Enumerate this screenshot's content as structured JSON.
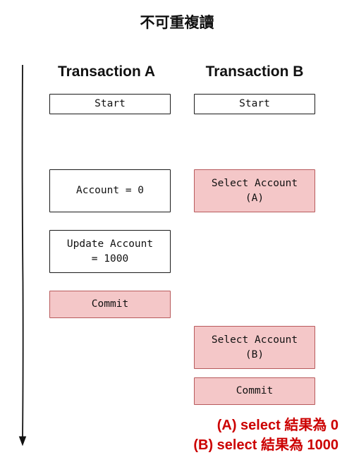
{
  "title": "不可重複讀",
  "columns": {
    "a": "Transaction A",
    "b": "Transaction B"
  },
  "boxes": {
    "a_start": "Start",
    "b_start": "Start",
    "a_account": "Account = 0",
    "b_select_a": "Select Account\n(A)",
    "a_update": "Update Account\n= 1000",
    "a_commit": "Commit",
    "b_select_b": "Select Account\n(B)",
    "b_commit": "Commit"
  },
  "results": [
    "(A) select 結果為 0",
    "(B) select 結果為 1000"
  ],
  "colors": {
    "highlight_fill": "#f4c7c8",
    "highlight_border": "#b85a5c",
    "result_text": "#cc0000",
    "ink": "#111111"
  }
}
